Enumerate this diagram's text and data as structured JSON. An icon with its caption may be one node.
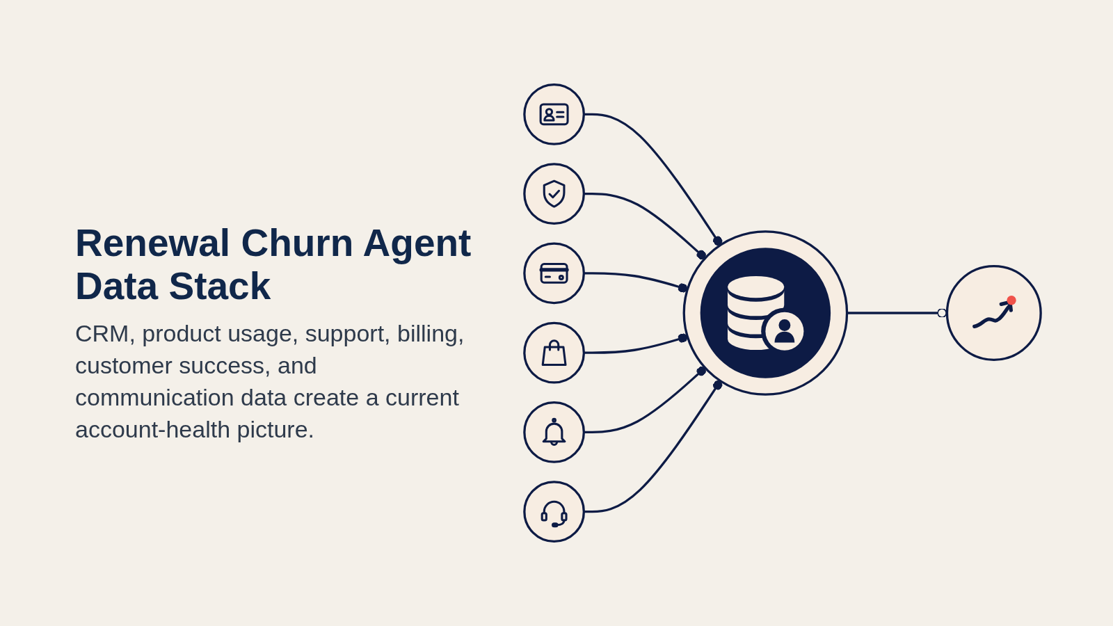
{
  "diagram": {
    "title": "Renewal Churn Agent Data Stack",
    "caption": "CRM, product usage, support, billing, customer success, and communication data create a current account-health picture.",
    "nodes": [
      {
        "text": [],
        "shape": "circle"
      },
      {
        "text": [],
        "shape": "circle"
      },
      {
        "text": [],
        "shape": "circle"
      },
      {
        "text": [],
        "shape": "circle"
      },
      {
        "text": [],
        "shape": "circle"
      },
      {
        "text": [],
        "shape": "circle"
      },
      {
        "text": [],
        "shape": "circle"
      },
      {
        "text": [],
        "shape": "circle"
      }
    ],
    "edges": [
      {
        "from": 0,
        "to": 6,
        "arrow": "other"
      },
      {
        "from": 1,
        "to": 6,
        "arrow": "other"
      },
      {
        "from": 2,
        "to": 6,
        "arrow": "other"
      },
      {
        "from": 3,
        "to": 6,
        "arrow": "other"
      },
      {
        "from": 4,
        "to": 6,
        "arrow": "other"
      },
      {
        "from": 5,
        "to": 6,
        "arrow": "other"
      },
      {
        "from": 6,
        "to": 7,
        "arrow": "other"
      }
    ]
  }
}
